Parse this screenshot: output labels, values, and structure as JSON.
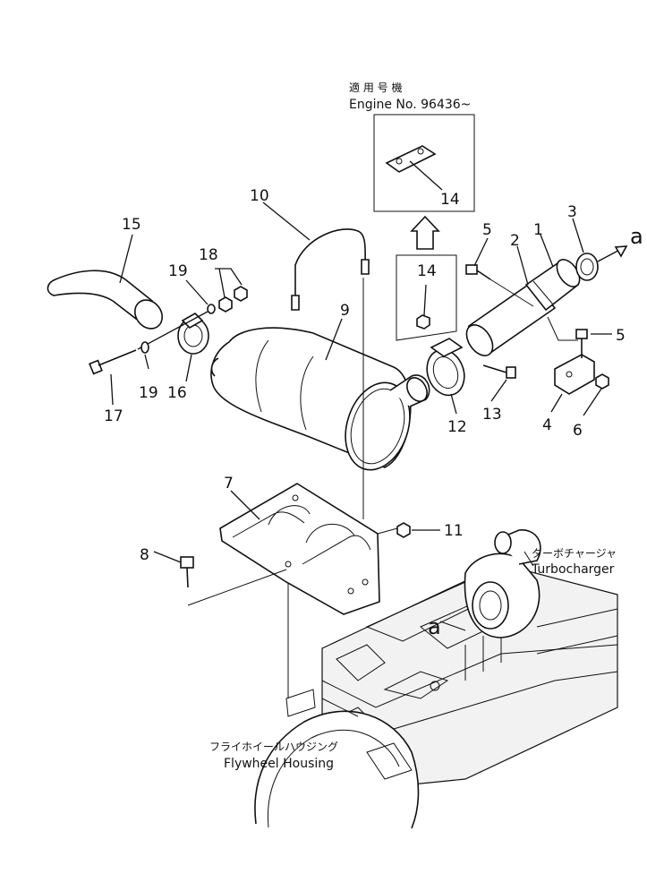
{
  "header": {
    "applicable_jp": "適 用 号 機",
    "engine_no": "Engine No. 96436~"
  },
  "labels": {
    "turbocharger_jp": "ターボチャージャ",
    "turbocharger_en": "Turbocharger",
    "flywheel_jp": "フライホイールハウジング",
    "flywheel_en": "Flywheel Housing",
    "connection_a": "a"
  },
  "parts": [
    {
      "id": "p1",
      "number": "1"
    },
    {
      "id": "p2",
      "number": "2"
    },
    {
      "id": "p3",
      "number": "3"
    },
    {
      "id": "p4",
      "number": "4"
    },
    {
      "id": "p5a",
      "number": "5"
    },
    {
      "id": "p5b",
      "number": "5"
    },
    {
      "id": "p6",
      "number": "6"
    },
    {
      "id": "p7",
      "number": "7"
    },
    {
      "id": "p8",
      "number": "8"
    },
    {
      "id": "p9",
      "number": "9"
    },
    {
      "id": "p10",
      "number": "10"
    },
    {
      "id": "p11",
      "number": "11"
    },
    {
      "id": "p12",
      "number": "12"
    },
    {
      "id": "p13",
      "number": "13"
    },
    {
      "id": "p14a",
      "number": "14"
    },
    {
      "id": "p14b",
      "number": "14"
    },
    {
      "id": "p15",
      "number": "15"
    },
    {
      "id": "p16",
      "number": "16"
    },
    {
      "id": "p17",
      "number": "17"
    },
    {
      "id": "p18",
      "number": "18"
    },
    {
      "id": "p19a",
      "number": "19"
    },
    {
      "id": "p19b",
      "number": "19"
    }
  ]
}
